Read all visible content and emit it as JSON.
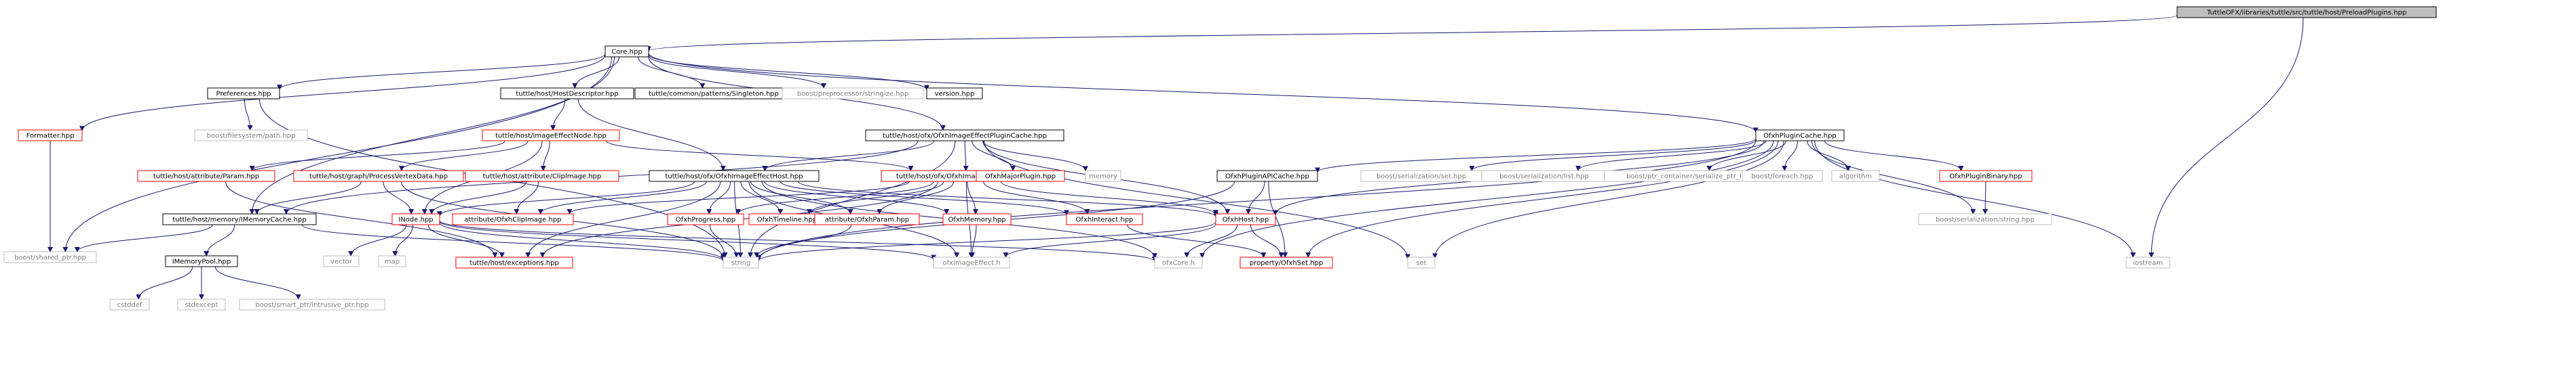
{
  "colors": {
    "root_fill": "#bfbfbf",
    "node_fill": "#ffffff",
    "black_border": "#000000",
    "red_border": "#ff0000",
    "gray_border": "#bfbfbf",
    "gray_text": "#7f7f7f",
    "edge": "#191970"
  },
  "nodes": {
    "preload": {
      "label": "TuttleOFX/libraries/tuttle/src/tuttle/host/PreloadPlugins.hpp",
      "style": "root"
    },
    "core": {
      "label": "Core.hpp",
      "style": "black"
    },
    "formatter": {
      "label": "Formatter.hpp",
      "style": "red"
    },
    "preferences": {
      "label": "Preferences.hpp",
      "style": "black"
    },
    "hostdescriptor": {
      "label": "tuttle/host/HostDescriptor.hpp",
      "style": "black"
    },
    "singleton": {
      "label": "tuttle/common/patterns/Singleton.hpp",
      "style": "black"
    },
    "stringize": {
      "label": "boost/preprocessor/stringize.hpp",
      "style": "gray"
    },
    "version": {
      "label": "version.hpp",
      "style": "black"
    },
    "filesystem": {
      "label": "boost/filesystem/path.hpp",
      "style": "gray"
    },
    "imageeffectnode": {
      "label": "tuttle/host/ImageEffectNode.hpp",
      "style": "red"
    },
    "pluginCacheHpp": {
      "label": "tuttle/host/ofx/OfxhImageEffectPluginCache.hpp",
      "style": "black"
    },
    "ofxhplugincache": {
      "label": "OfxhPluginCache.hpp",
      "style": "black"
    },
    "attrParam": {
      "label": "tuttle/host/attribute/Param.hpp",
      "style": "red"
    },
    "pvd": {
      "label": "tuttle/host/graph/ProcessVertexData.hpp",
      "style": "red"
    },
    "attrClip": {
      "label": "tuttle/host/attribute/ClipImage.hpp",
      "style": "red"
    },
    "ofxImgEffectNode": {
      "label": "tuttle/host/ofx/OfxhImageEffectNode.hpp",
      "style": "red"
    },
    "ofxImgEffectHost": {
      "label": "tuttle/host/ofx/OfxhImageEffectHost.hpp",
      "style": "black"
    },
    "majorPlugin": {
      "label": "OfxhMajorPlugin.hpp",
      "style": "red"
    },
    "memory": {
      "label": "memory",
      "style": "gray"
    },
    "apiCache": {
      "label": "OfxhPluginAPICache.hpp",
      "style": "black"
    },
    "serSet": {
      "label": "boost/serialization/set.hpp",
      "style": "gray"
    },
    "serList": {
      "label": "boost/serialization/list.hpp",
      "style": "gray"
    },
    "ptrList": {
      "label": "boost/ptr_container/serialize_ptr_list.hpp",
      "style": "gray"
    },
    "foreach": {
      "label": "boost/foreach.hpp",
      "style": "gray"
    },
    "algorithm": {
      "label": "algorithm",
      "style": "gray"
    },
    "pluginBinary": {
      "label": "OfxhPluginBinary.hpp",
      "style": "red"
    },
    "serString": {
      "label": "boost/serialization/string.hpp",
      "style": "gray"
    },
    "imemCache": {
      "label": "tuttle/host/memory/IMemoryCache.hpp",
      "style": "black"
    },
    "inode": {
      "label": "INode.hpp",
      "style": "red"
    },
    "clipImage": {
      "label": "attribute/OfxhClipImage.hpp",
      "style": "red"
    },
    "progress": {
      "label": "OfxhProgress.hpp",
      "style": "red"
    },
    "timeline": {
      "label": "OfxhTimeline.hpp",
      "style": "red"
    },
    "attrOfxParam": {
      "label": "attribute/OfxhParam.hpp",
      "style": "red"
    },
    "ofxMemory": {
      "label": "OfxhMemory.hpp",
      "style": "red"
    },
    "ofxInteract": {
      "label": "OfxhInteract.hpp",
      "style": "red"
    },
    "ofxHost": {
      "label": "OfxhHost.hpp",
      "style": "red"
    },
    "sharedPtr": {
      "label": "boost/shared_ptr.hpp",
      "style": "gray"
    },
    "imemPool": {
      "label": "IMemoryPool.hpp",
      "style": "black"
    },
    "vector": {
      "label": "vector",
      "style": "gray"
    },
    "map": {
      "label": "map",
      "style": "gray"
    },
    "exceptions": {
      "label": "tuttle/host/exceptions.hpp",
      "style": "red"
    },
    "string": {
      "label": "string",
      "style": "gray"
    },
    "ofxImageEffectH": {
      "label": "ofxImageEffect.h",
      "style": "gray"
    },
    "ofxCoreH": {
      "label": "ofxCore.h",
      "style": "gray"
    },
    "ofxhSet": {
      "label": "property/OfxhSet.hpp",
      "style": "red"
    },
    "set": {
      "label": "set",
      "style": "gray"
    },
    "iostream": {
      "label": "iostream",
      "style": "gray"
    },
    "cstddef": {
      "label": "cstddef",
      "style": "gray"
    },
    "stdexcept": {
      "label": "stdexcept",
      "style": "gray"
    },
    "intrusivePtr": {
      "label": "boost/smart_ptr/intrusive_ptr.hpp",
      "style": "gray"
    }
  },
  "edges": [
    [
      "preload",
      "core"
    ],
    [
      "preload",
      "iostream"
    ],
    [
      "core",
      "formatter"
    ],
    [
      "core",
      "preferences"
    ],
    [
      "core",
      "hostdescriptor"
    ],
    [
      "core",
      "singleton"
    ],
    [
      "core",
      "stringize"
    ],
    [
      "core",
      "version"
    ],
    [
      "core",
      "pluginCacheHpp"
    ],
    [
      "core",
      "ofxhplugincache"
    ],
    [
      "core",
      "imemCache"
    ],
    [
      "core",
      "sharedPtr"
    ],
    [
      "formatter",
      "sharedPtr"
    ],
    [
      "preferences",
      "filesystem"
    ],
    [
      "preferences",
      "string"
    ],
    [
      "hostdescriptor",
      "imageeffectnode"
    ],
    [
      "hostdescriptor",
      "ofxImgEffectHost"
    ],
    [
      "imageeffectnode",
      "attrParam"
    ],
    [
      "imageeffectnode",
      "pvd"
    ],
    [
      "imageeffectnode",
      "attrClip"
    ],
    [
      "imageeffectnode",
      "ofxImgEffectNode"
    ],
    [
      "imageeffectnode",
      "inode"
    ],
    [
      "pluginCacheHpp",
      "ofxImgEffectHost"
    ],
    [
      "pluginCacheHpp",
      "ofxImgEffectNode"
    ],
    [
      "pluginCacheHpp",
      "majorPlugin"
    ],
    [
      "pluginCacheHpp",
      "memory"
    ],
    [
      "pluginCacheHpp",
      "set"
    ],
    [
      "pluginCacheHpp",
      "ofxHost"
    ],
    [
      "pluginCacheHpp",
      "string"
    ],
    [
      "pluginCacheHpp",
      "imemCache"
    ],
    [
      "ofxhplugincache",
      "apiCache"
    ],
    [
      "ofxhplugincache",
      "serSet"
    ],
    [
      "ofxhplugincache",
      "serList"
    ],
    [
      "ofxhplugincache",
      "ptrList"
    ],
    [
      "ofxhplugincache",
      "foreach"
    ],
    [
      "ofxhplugincache",
      "algorithm"
    ],
    [
      "ofxhplugincache",
      "pluginBinary"
    ],
    [
      "ofxhplugincache",
      "serString"
    ],
    [
      "ofxhplugincache",
      "ofxHost"
    ],
    [
      "ofxhplugincache",
      "string"
    ],
    [
      "ofxhplugincache",
      "ofxCoreH"
    ],
    [
      "ofxhplugincache",
      "ofxhSet"
    ],
    [
      "ofxhplugincache",
      "set"
    ],
    [
      "ofxhplugincache",
      "iostream"
    ],
    [
      "pvd",
      "imemCache"
    ],
    [
      "pvd",
      "inode"
    ],
    [
      "pvd",
      "string"
    ],
    [
      "attrClip",
      "inode"
    ],
    [
      "attrClip",
      "clipImage"
    ],
    [
      "ofxImgEffectNode",
      "exceptions"
    ],
    [
      "ofxImgEffectNode",
      "progress"
    ],
    [
      "ofxImgEffectNode",
      "timeline"
    ],
    [
      "ofxImgEffectNode",
      "attrOfxParam"
    ],
    [
      "ofxImgEffectNode",
      "ofxMemory"
    ],
    [
      "ofxImgEffectNode",
      "ofxInteract"
    ],
    [
      "ofxImgEffectNode",
      "ofxHost"
    ],
    [
      "ofxImgEffectNode",
      "clipImage"
    ],
    [
      "ofxImgEffectNode",
      "ofxImageEffectH"
    ],
    [
      "ofxImgEffectHost",
      "inode"
    ],
    [
      "ofxImgEffectHost",
      "clipImage"
    ],
    [
      "ofxImgEffectHost",
      "progress"
    ],
    [
      "ofxImgEffectHost",
      "timeline"
    ],
    [
      "ofxImgEffectHost",
      "attrOfxParam"
    ],
    [
      "ofxImgEffectHost",
      "ofxMemory"
    ],
    [
      "ofxImgEffectHost",
      "ofxInteract"
    ],
    [
      "ofxImgEffectHost",
      "ofxHost"
    ],
    [
      "ofxImgEffectHost",
      "exceptions"
    ],
    [
      "ofxImgEffectHost",
      "string"
    ],
    [
      "ofxImgEffectHost",
      "ofxImageEffectH"
    ],
    [
      "ofxImgEffectHost",
      "ofxCoreH"
    ],
    [
      "apiCache",
      "ofxHost"
    ],
    [
      "apiCache",
      "ofxhSet"
    ],
    [
      "apiCache",
      "string"
    ],
    [
      "pluginBinary",
      "serString"
    ],
    [
      "imemCache",
      "sharedPtr"
    ],
    [
      "imemCache",
      "imemPool"
    ],
    [
      "imemCache",
      "string"
    ],
    [
      "imemPool",
      "cstddef"
    ],
    [
      "imemPool",
      "stdexcept"
    ],
    [
      "imemPool",
      "intrusivePtr"
    ],
    [
      "inode",
      "vector"
    ],
    [
      "inode",
      "map"
    ],
    [
      "inode",
      "exceptions"
    ],
    [
      "inode",
      "string"
    ],
    [
      "inode",
      "ofxImageEffectH"
    ],
    [
      "inode",
      "ofxCoreH"
    ],
    [
      "progress",
      "string"
    ],
    [
      "attrOfxParam",
      "string"
    ],
    [
      "ofxMemory",
      "ofxImageEffectH"
    ],
    [
      "ofxInteract",
      "ofxhSet"
    ],
    [
      "ofxHost",
      "ofxhSet"
    ],
    [
      "ofxHost",
      "ofxCoreH"
    ],
    [
      "ofxHost",
      "string"
    ],
    [
      "ofxHost",
      "ofxImageEffectH"
    ],
    [
      "attrParam",
      "exceptions"
    ]
  ]
}
